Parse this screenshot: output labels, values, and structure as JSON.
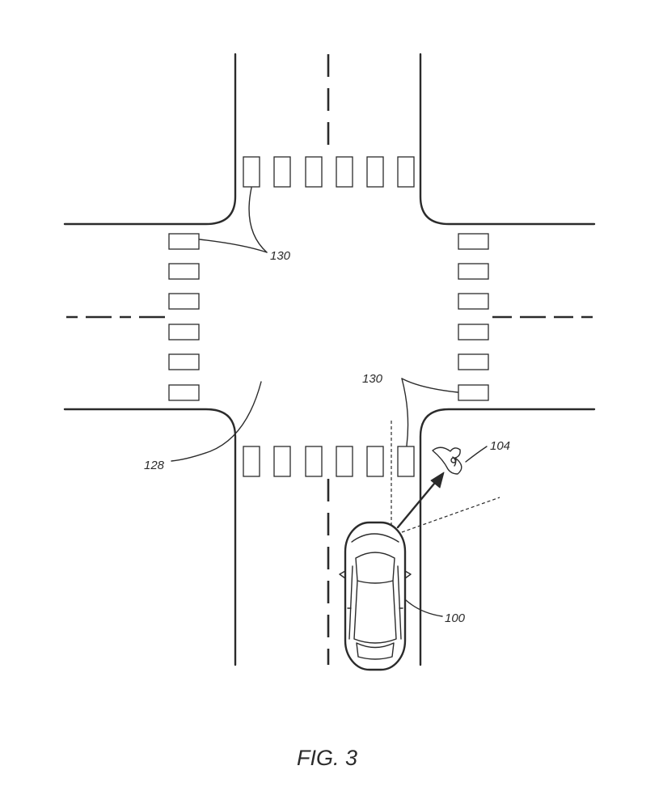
{
  "figure": {
    "caption": "FIG. 3",
    "labels": {
      "crosswalk_top": "130",
      "crosswalk_right": "130",
      "road_edge": "128",
      "pedestrian": "104",
      "vehicle": "100"
    }
  },
  "icons": {
    "pedestrian": "pedestrian-icon",
    "vehicle": "car-icon"
  }
}
